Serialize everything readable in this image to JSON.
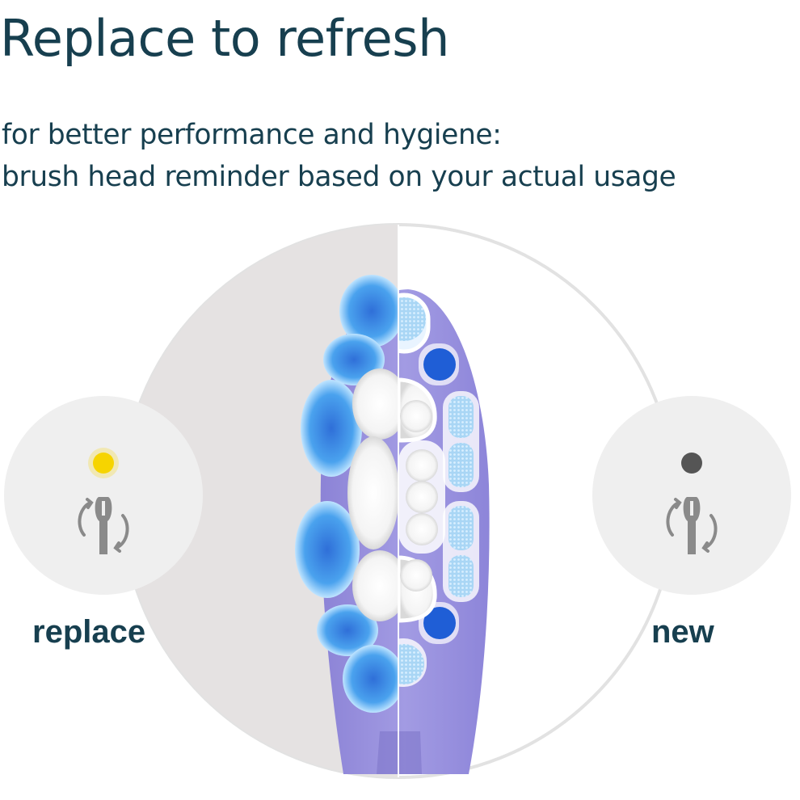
{
  "headline": "Replace to refresh",
  "subheadline": [
    "for better performance and hygiene:",
    "brush head reminder based on your actual usage"
  ],
  "states": {
    "replace": {
      "label": "replace",
      "indicator_color": "#f6d400",
      "icon": "brush-head-replace-icon"
    },
    "new": {
      "label": "new",
      "indicator_color": "#555555",
      "icon": "brush-head-replace-icon"
    }
  },
  "colors": {
    "text": "#173f4f",
    "worn_background": "#e5e2e2",
    "status_circle": "#efefef",
    "brush_handle": "#9a92dc",
    "bristle_blue": "#3b8fe6",
    "bristle_dark_blue": "#1f5ed6"
  }
}
